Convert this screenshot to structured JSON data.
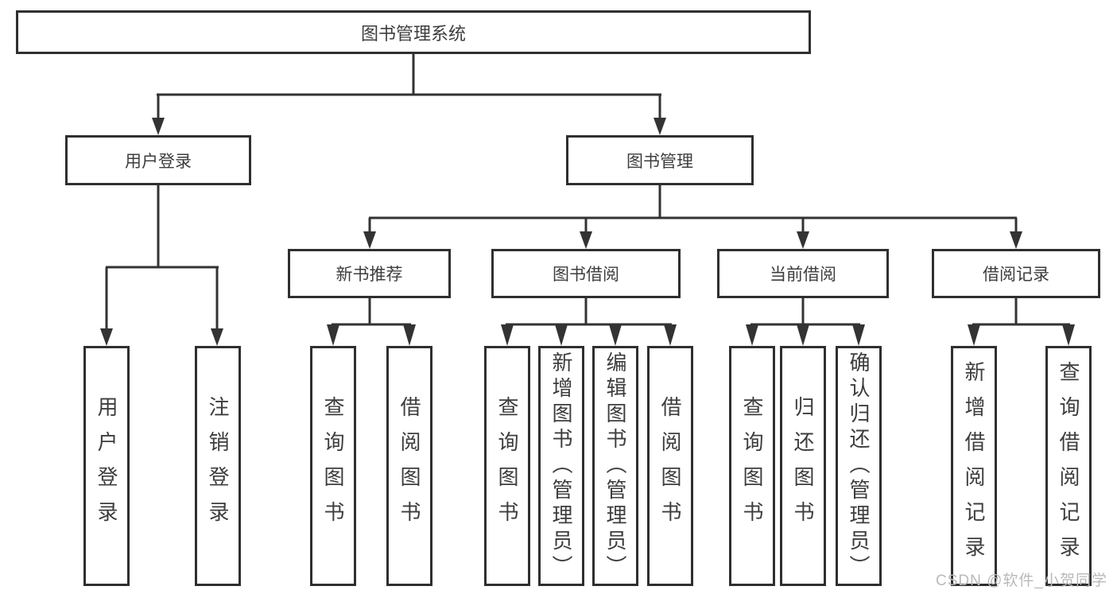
{
  "diagram": {
    "title_box": "图书管理系统",
    "level2": {
      "user_login": "用户登录",
      "book_management": "图书管理"
    },
    "level3": {
      "new_book_recommend": "新书推荐",
      "book_borrowing": "图书借阅",
      "current_borrowing": "当前借阅",
      "borrowing_records": "借阅记录"
    },
    "leaves": {
      "user_login": [
        "用户登录",
        "注销登录"
      ],
      "new_book_recommend": [
        "查询图书",
        "借阅图书"
      ],
      "book_borrowing": [
        "查询图书",
        "新增图书（管理员）",
        "编辑图书（管理员）",
        "借阅图书"
      ],
      "current_borrowing": [
        "查询图书",
        "归还图书",
        "确认归还（管理员）"
      ],
      "borrowing_records": [
        "新增借阅记录",
        "查询借阅记录"
      ]
    },
    "colors": {
      "line": "#333333",
      "box_border": "#2f2f2f",
      "text": "#3d3d3d",
      "watermark": "#b9b9b9",
      "background": "#ffffff"
    },
    "watermark": "CSDN @软件_小贺同学"
  }
}
